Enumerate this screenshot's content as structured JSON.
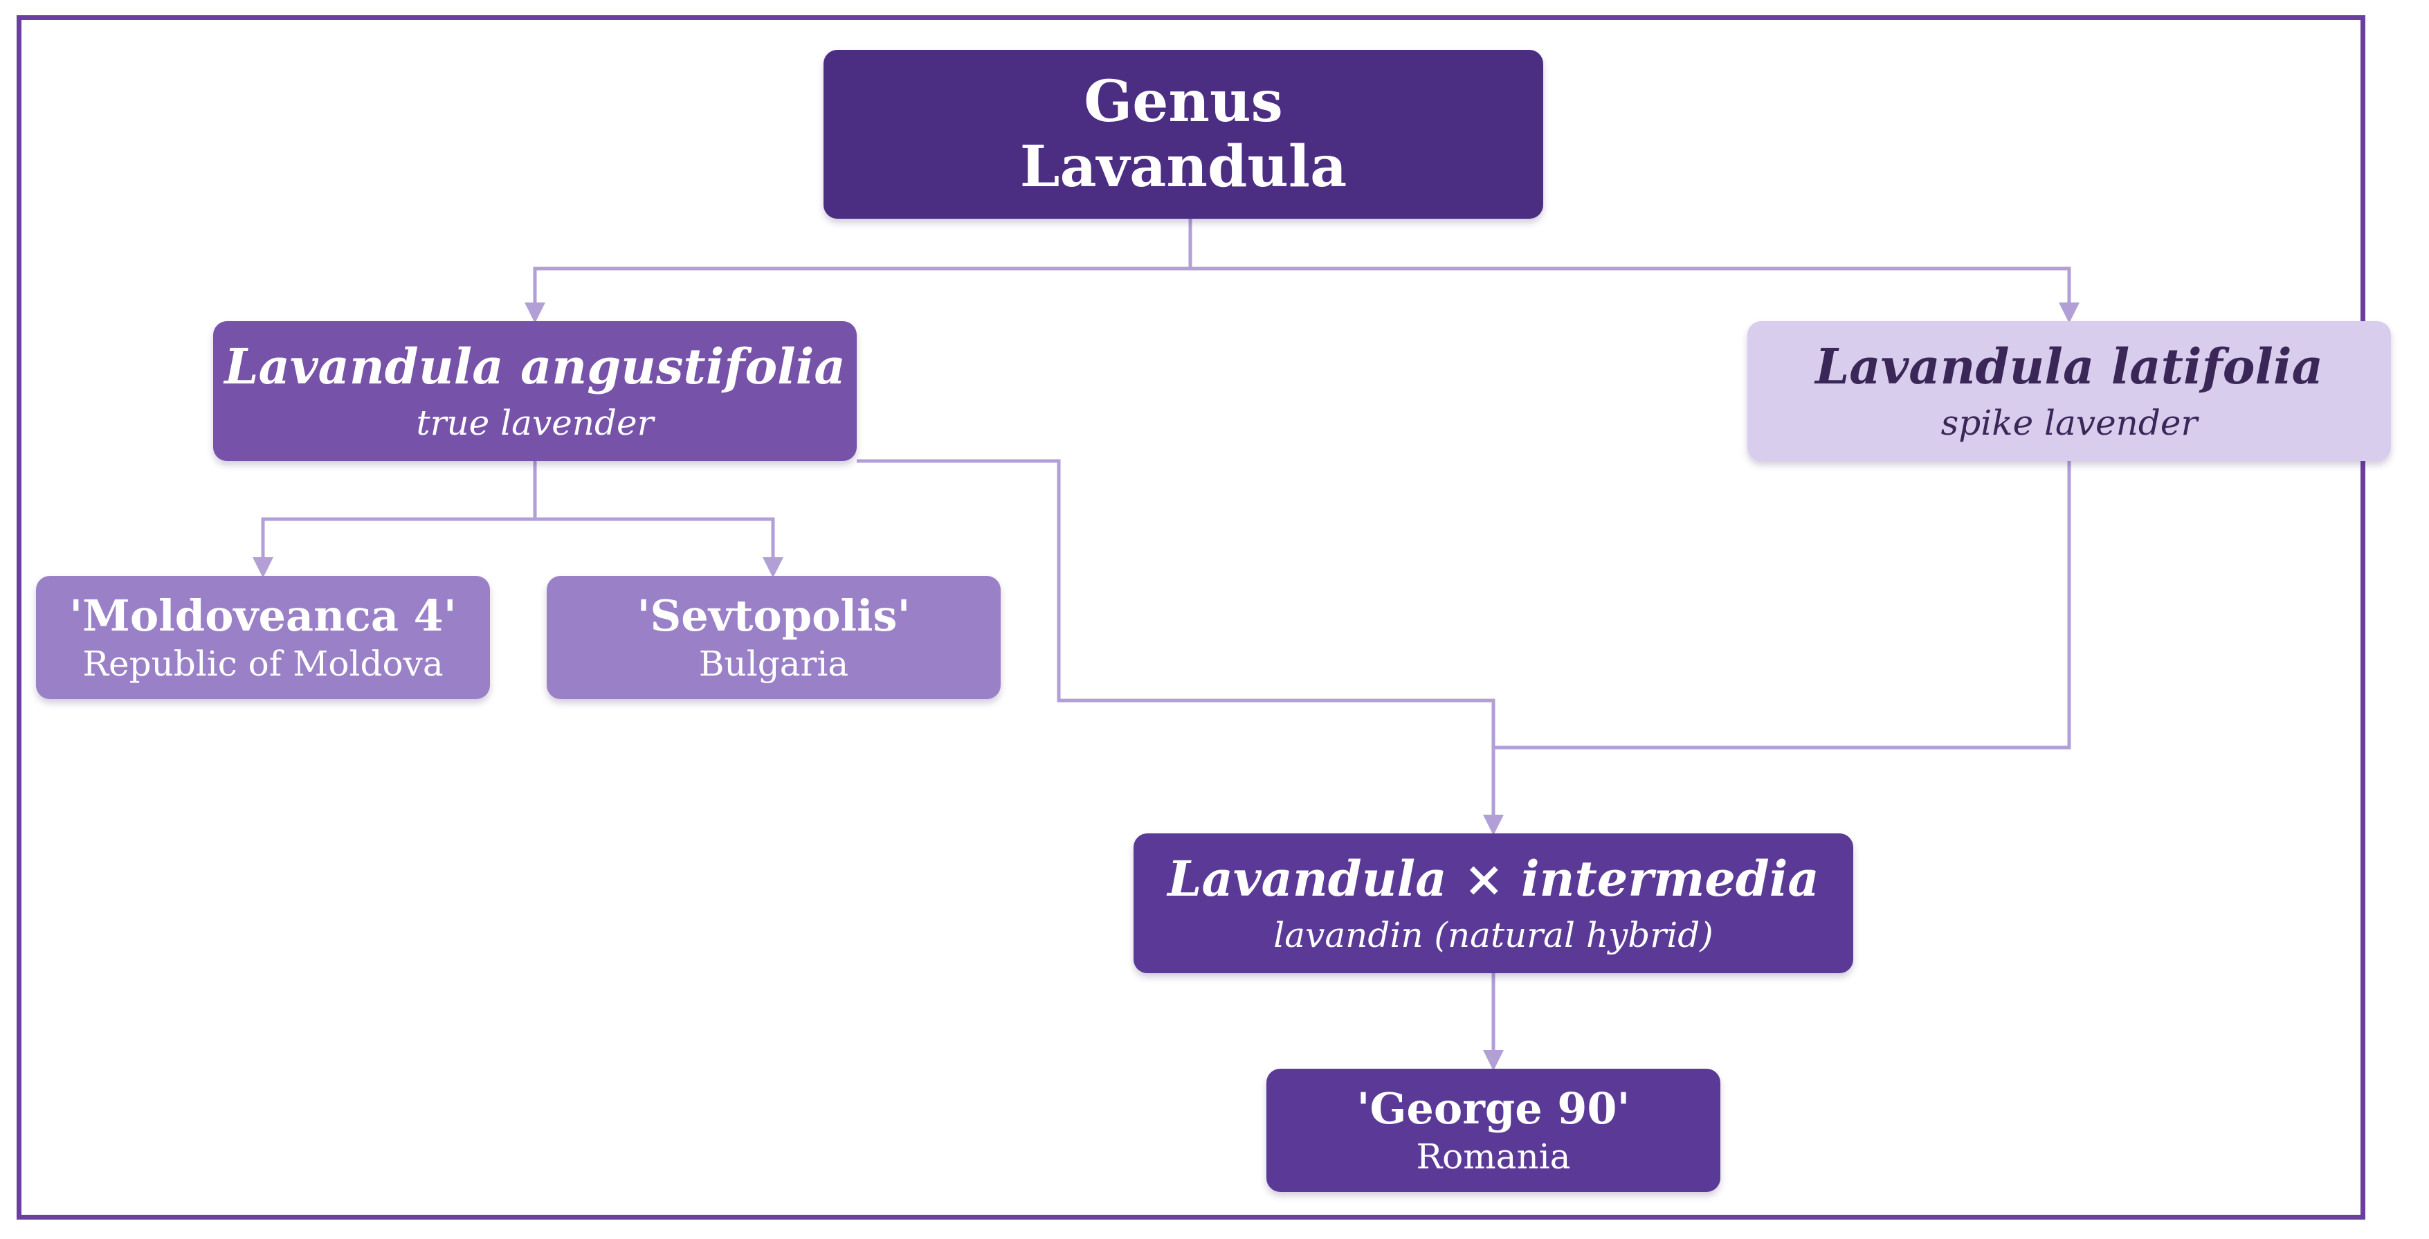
{
  "diagram": {
    "root": {
      "line1": "Genus",
      "line2": "Lavandula"
    },
    "angustifolia": {
      "name": "Lavandula angustifolia",
      "common": "true lavender"
    },
    "latifolia": {
      "name": "Lavandula latifolia",
      "common": "spike lavender"
    },
    "moldoveanca": {
      "name": "'Moldoveanca 4'",
      "origin": "Republic of Moldova"
    },
    "sevtopolis": {
      "name": "'Sevtopolis'",
      "origin": "Bulgaria"
    },
    "intermedia": {
      "name": "Lavandula × intermedia",
      "common": "lavandin (natural hybrid)"
    },
    "george": {
      "name": "'George 90'",
      "origin": "Romania"
    }
  },
  "colors": {
    "frame": "#6a3fa0",
    "connector": "#b19fd6",
    "root_fill": "#4b2d82",
    "angustifolia_fill": "#7652a8",
    "latifolia_fill": "#d9cdee",
    "cultivar_fill": "#9a80c6",
    "intermedia_fill": "#5a3a96"
  }
}
